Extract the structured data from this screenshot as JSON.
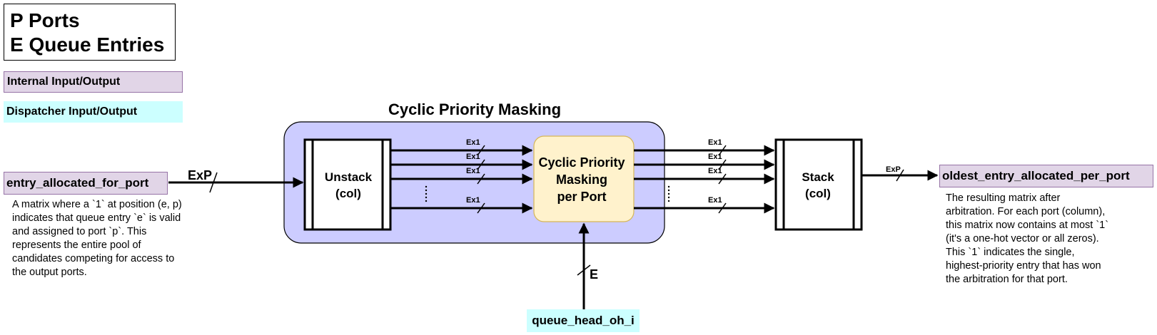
{
  "params": {
    "line1": "P Ports",
    "line2": "E Queue Entries"
  },
  "legend": {
    "internal": "Internal Input/Output",
    "dispatcher": "Dispatcher Input/Output"
  },
  "colors": {
    "internal_fill": "#e1d5e7",
    "internal_border": "#9673a6",
    "dispatcher_fill": "#ccffff",
    "module_fill": "#ccccff",
    "core_fill": "#fff2cc",
    "core_border": "#d6b656"
  },
  "title": "Cyclic Priority Masking",
  "blocks": {
    "unstack": {
      "line1": "Unstack",
      "line2": "(col)"
    },
    "core": {
      "line1": "Cyclic Priority",
      "line2": "Masking",
      "line3": "per Port"
    },
    "stack": {
      "line1": "Stack",
      "line2": "(col)"
    }
  },
  "signals": {
    "input": "entry_allocated_for_port",
    "output": "oldest_entry_allocated_per_port",
    "queue_head": "queue_head_oh_i"
  },
  "bus_widths": {
    "input": "ExP",
    "lane": "Ex1",
    "output": "ExP",
    "queue_head": "E"
  },
  "descriptions": {
    "input": "A matrix where a `1` at position (e, p) indicates that queue entry `e` is valid and assigned to port `p`. This represents the entire pool of candidates competing for access to the output ports.",
    "output": "The resulting matrix after arbitration. For each port (column), this matrix now contains at most `1` (it's a one-hot vector or all zeros). This `1` indicates the single, highest-priority entry that has won the arbitration for that port."
  }
}
